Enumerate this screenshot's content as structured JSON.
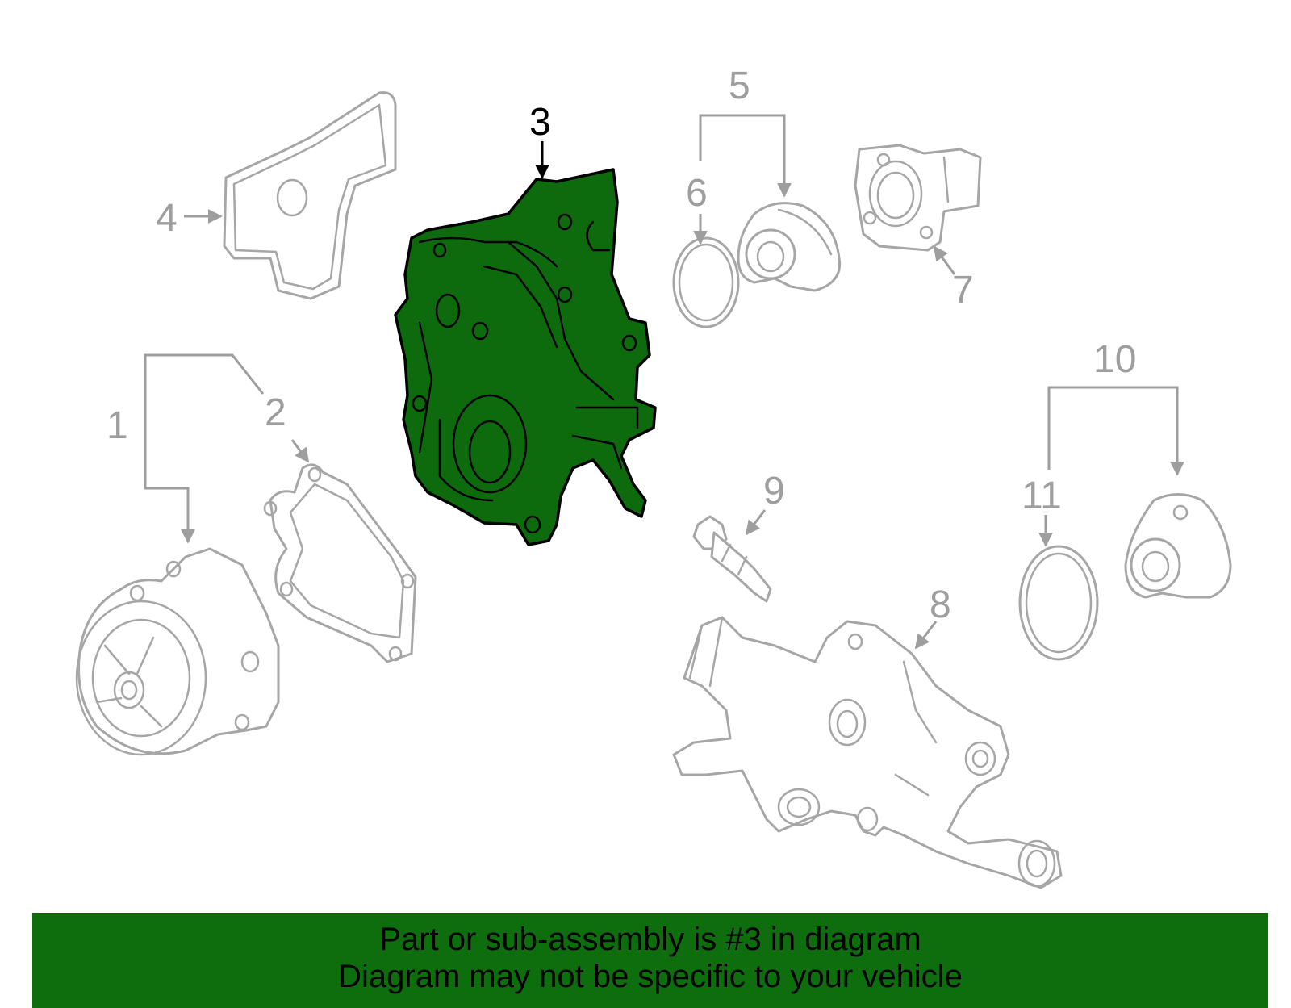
{
  "diagram": {
    "callouts": [
      "1",
      "2",
      "3",
      "4",
      "5",
      "6",
      "7",
      "8",
      "9",
      "10",
      "11"
    ],
    "selected_part": "3",
    "colors": {
      "highlight": "#0d6b0d",
      "banner": "#0e6e0e",
      "parts": "#a6a6a6"
    }
  },
  "banner": {
    "line1": "Part or sub-assembly is #3 in diagram",
    "line2": "Diagram may not be specific to your vehicle"
  }
}
